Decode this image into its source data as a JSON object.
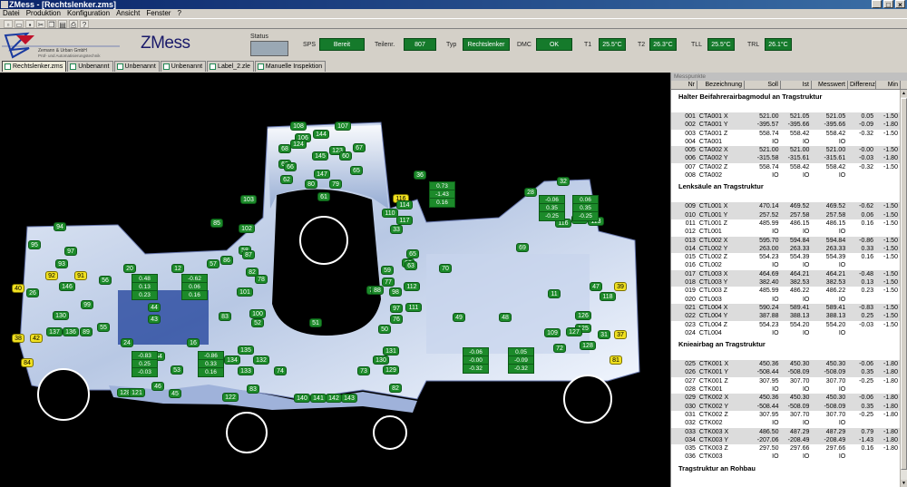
{
  "window": {
    "title": "ZMess - [Rechtslenker.zms]"
  },
  "menu": [
    "Datei",
    "Produktion",
    "Konfiguration",
    "Ansicht",
    "Fenster",
    "?"
  ],
  "brand": {
    "name": "ZMess",
    "company": "Zemann & Urban GmbH",
    "tagline": "Prüf- und Automatisierungstechnik"
  },
  "status": {
    "label": "Status"
  },
  "indicators": [
    {
      "label": "SPS",
      "value": "Bereit"
    },
    {
      "label": "Teilenr.",
      "value": "807"
    },
    {
      "label": "Typ",
      "value": "Rechtslenker"
    },
    {
      "label": "DMC",
      "value": "OK"
    },
    {
      "label": "T1",
      "value": "25.5°C"
    },
    {
      "label": "T2",
      "value": "26.3°C"
    },
    {
      "label": "TLL",
      "value": "25.5°C"
    },
    {
      "label": "TRL",
      "value": "26.1°C"
    }
  ],
  "tabs": [
    "Rechtslenker.zms",
    "Unbenannt",
    "Unbenannt",
    "Unbenannt",
    "Label_2.zle",
    "Manuelle Inspektion"
  ],
  "sidebar": {
    "title": "Messpunkte",
    "columns": [
      "Nr",
      "Bezeichnung",
      "Soll",
      "Ist",
      "Messwert",
      "Differenz",
      "Min"
    ],
    "sections": [
      {
        "title": "Halter Beifahrerairbagmodul an Tragstruktur",
        "rows": [
          [
            "001",
            "CTA001 X",
            "521.00",
            "521.05",
            "521.05",
            "0.05",
            "-1.50"
          ],
          [
            "002",
            "CTA001 Y",
            "-395.57",
            "-395.66",
            "-395.66",
            "-0.09",
            "-1.80"
          ],
          [
            "003",
            "CTA001 Z",
            "558.74",
            "558.42",
            "558.42",
            "-0.32",
            "-1.50"
          ],
          [
            "004",
            "CTA001",
            "IO",
            "IO",
            "IO",
            "",
            ""
          ],
          [
            "005",
            "CTA002 X",
            "521.00",
            "521.00",
            "521.00",
            "-0.00",
            "-1.50"
          ],
          [
            "006",
            "CTA002 Y",
            "-315.58",
            "-315.61",
            "-315.61",
            "-0.03",
            "-1.80"
          ],
          [
            "007",
            "CTA002 Z",
            "558.74",
            "558.42",
            "558.42",
            "-0.32",
            "-1.50"
          ],
          [
            "008",
            "CTA002",
            "IO",
            "IO",
            "IO",
            "",
            ""
          ]
        ]
      },
      {
        "title": "Lenksäule an Tragstruktur",
        "rows": [
          [
            "009",
            "CTL001 X",
            "470.14",
            "469.52",
            "469.52",
            "-0.62",
            "-1.50"
          ],
          [
            "010",
            "CTL001 Y",
            "257.52",
            "257.58",
            "257.58",
            "0.06",
            "-1.50"
          ],
          [
            "011",
            "CTL001 Z",
            "485.99",
            "486.15",
            "486.15",
            "0.16",
            "-1.50"
          ],
          [
            "012",
            "CTL001",
            "IO",
            "IO",
            "IO",
            "",
            ""
          ],
          [
            "013",
            "CTL002 X",
            "595.70",
            "594.84",
            "594.84",
            "-0.86",
            "-1.50"
          ],
          [
            "014",
            "CTL002 Y",
            "263.00",
            "263.33",
            "263.33",
            "0.33",
            "-1.50"
          ],
          [
            "015",
            "CTL002 Z",
            "554.23",
            "554.39",
            "554.39",
            "0.16",
            "-1.50"
          ],
          [
            "016",
            "CTL002",
            "IO",
            "IO",
            "IO",
            "",
            ""
          ],
          [
            "017",
            "CTL003 X",
            "464.69",
            "464.21",
            "464.21",
            "-0.48",
            "-1.50"
          ],
          [
            "018",
            "CTL003 Y",
            "382.40",
            "382.53",
            "382.53",
            "0.13",
            "-1.50"
          ],
          [
            "019",
            "CTL003 Z",
            "485.99",
            "486.22",
            "486.22",
            "0.23",
            "-1.50"
          ],
          [
            "020",
            "CTL003",
            "IO",
            "IO",
            "IO",
            "",
            ""
          ],
          [
            "021",
            "CTL004 X",
            "590.24",
            "589.41",
            "589.41",
            "-0.83",
            "-1.50"
          ],
          [
            "022",
            "CTL004 Y",
            "387.88",
            "388.13",
            "388.13",
            "0.25",
            "-1.50"
          ],
          [
            "023",
            "CTL004 Z",
            "554.23",
            "554.20",
            "554.20",
            "-0.03",
            "-1.50"
          ],
          [
            "024",
            "CTL004",
            "IO",
            "IO",
            "IO",
            "",
            ""
          ]
        ]
      },
      {
        "title": "Knieairbag an Tragstruktur",
        "rows": [
          [
            "025",
            "CTK001 X",
            "450.36",
            "450.30",
            "450.30",
            "-0.06",
            "-1.80"
          ],
          [
            "026",
            "CTK001 Y",
            "-508.44",
            "-508.09",
            "-508.09",
            "0.35",
            "-1.80"
          ],
          [
            "027",
            "CTK001 Z",
            "307.95",
            "307.70",
            "307.70",
            "-0.25",
            "-1.80"
          ],
          [
            "028",
            "CTK001",
            "IO",
            "IO",
            "IO",
            "",
            ""
          ],
          [
            "029",
            "CTK002 X",
            "450.36",
            "450.30",
            "450.30",
            "-0.06",
            "-1.80"
          ],
          [
            "030",
            "CTK002 Y",
            "-508.44",
            "-508.09",
            "-508.09",
            "0.35",
            "-1.80"
          ],
          [
            "031",
            "CTK002 Z",
            "307.95",
            "307.70",
            "307.70",
            "-0.25",
            "-1.80"
          ],
          [
            "032",
            "CTK002",
            "IO",
            "IO",
            "IO",
            "",
            ""
          ],
          [
            "033",
            "CTK003 X",
            "486.50",
            "487.29",
            "487.29",
            "0.79",
            "-1.80"
          ],
          [
            "034",
            "CTK003 Y",
            "-207.06",
            "-208.49",
            "-208.49",
            "-1.43",
            "-1.80"
          ],
          [
            "035",
            "CTK003 Z",
            "297.50",
            "297.66",
            "297.66",
            "0.16",
            "-1.80"
          ],
          [
            "036",
            "CTK003",
            "IO",
            "IO",
            "IO",
            "",
            ""
          ]
        ]
      },
      {
        "title": "Tragstruktur an Rohbau",
        "rows": []
      }
    ]
  },
  "markers": [
    [
      "108",
      329,
      139
    ],
    [
      "107",
      378,
      139
    ],
    [
      "106",
      334,
      152
    ],
    [
      "144",
      354,
      148
    ],
    [
      "124",
      329,
      159
    ],
    [
      "123",
      372,
      166
    ],
    [
      "145",
      353,
      172
    ],
    [
      "60",
      381,
      172
    ],
    [
      "67",
      396,
      163
    ],
    [
      "68",
      314,
      164
    ],
    [
      "69",
      314,
      181
    ],
    [
      "66",
      320,
      184
    ],
    [
      "65",
      393,
      188
    ],
    [
      "147",
      355,
      192
    ],
    [
      "79",
      370,
      203
    ],
    [
      "80",
      343,
      203
    ],
    [
      "62",
      316,
      198
    ],
    [
      "61",
      357,
      217
    ],
    [
      "36",
      463,
      193
    ],
    [
      "116",
      442,
      219
    ],
    [
      "114",
      446,
      226
    ],
    [
      "110",
      430,
      235
    ],
    [
      "117",
      446,
      243
    ],
    [
      "33",
      437,
      253
    ],
    [
      "32",
      621,
      200
    ],
    [
      "28",
      585,
      212
    ],
    [
      "116",
      621,
      246
    ],
    [
      "114",
      639,
      242
    ],
    [
      "113",
      657,
      244
    ],
    [
      "94",
      66,
      250
    ],
    [
      "95",
      38,
      270
    ],
    [
      "97",
      78,
      277
    ],
    [
      "93",
      68,
      291
    ],
    [
      "92",
      57,
      304
    ],
    [
      "91",
      89,
      304
    ],
    [
      "146",
      74,
      316
    ],
    [
      "56",
      116,
      309
    ],
    [
      "20",
      143,
      296
    ],
    [
      "12",
      196,
      296
    ],
    [
      "40",
      20,
      318
    ],
    [
      "26",
      36,
      323
    ],
    [
      "130",
      67,
      348
    ],
    [
      "137",
      60,
      366
    ],
    [
      "136",
      78,
      366
    ],
    [
      "99",
      96,
      336
    ],
    [
      "89",
      95,
      366
    ],
    [
      "55",
      114,
      361
    ],
    [
      "44",
      170,
      339
    ],
    [
      "43",
      170,
      352
    ],
    [
      "38",
      20,
      373
    ],
    [
      "42",
      40,
      373
    ],
    [
      "85",
      239,
      246
    ],
    [
      "103",
      274,
      220
    ],
    [
      "102",
      272,
      252
    ],
    [
      "58",
      270,
      276
    ],
    [
      "57",
      235,
      291
    ],
    [
      "86",
      250,
      287
    ],
    [
      "87",
      274,
      281
    ],
    [
      "82",
      278,
      300
    ],
    [
      "78",
      288,
      308
    ],
    [
      "101",
      270,
      322
    ],
    [
      "100",
      284,
      346
    ],
    [
      "83",
      248,
      349
    ],
    [
      "52",
      284,
      356
    ],
    [
      "70",
      411,
      320
    ],
    [
      "77",
      428,
      311
    ],
    [
      "88",
      416,
      320
    ],
    [
      "98",
      436,
      322
    ],
    [
      "97",
      437,
      340
    ],
    [
      "76",
      437,
      352
    ],
    [
      "112",
      454,
      316
    ],
    [
      "111",
      456,
      339
    ],
    [
      "59",
      427,
      298
    ],
    [
      "62",
      450,
      290
    ],
    [
      "65",
      455,
      280
    ],
    [
      "63",
      453,
      293
    ],
    [
      "51",
      348,
      356
    ],
    [
      "50",
      424,
      363
    ],
    [
      "70",
      491,
      296
    ],
    [
      "69",
      576,
      273
    ],
    [
      "11",
      611,
      324
    ],
    [
      "47",
      657,
      316
    ],
    [
      "118",
      670,
      327
    ],
    [
      "39",
      684,
      316
    ],
    [
      "126",
      643,
      348
    ],
    [
      "125",
      643,
      362
    ],
    [
      "127",
      633,
      366
    ],
    [
      "128",
      648,
      381
    ],
    [
      "31",
      666,
      369
    ],
    [
      "37",
      684,
      369
    ],
    [
      "72",
      617,
      384
    ],
    [
      "109",
      609,
      367
    ],
    [
      "81",
      679,
      397
    ],
    [
      "49",
      506,
      350
    ],
    [
      "48",
      557,
      350
    ],
    [
      "24",
      140,
      378
    ],
    [
      "16",
      213,
      378
    ],
    [
      "54",
      175,
      393
    ],
    [
      "53",
      195,
      408
    ],
    [
      "135",
      271,
      386
    ],
    [
      "134",
      256,
      397
    ],
    [
      "132",
      288,
      397
    ],
    [
      "133",
      271,
      409
    ],
    [
      "131",
      431,
      387
    ],
    [
      "130",
      420,
      397
    ],
    [
      "129",
      431,
      408
    ],
    [
      "74",
      309,
      409
    ],
    [
      "73",
      401,
      409
    ],
    [
      "128",
      138,
      433
    ],
    [
      "121",
      151,
      433
    ],
    [
      "46",
      174,
      426
    ],
    [
      "45",
      193,
      434
    ],
    [
      "122",
      254,
      438
    ],
    [
      "83",
      279,
      429
    ],
    [
      "140",
      333,
      439
    ],
    [
      "141",
      351,
      439
    ],
    [
      "142",
      368,
      439
    ],
    [
      "143",
      385,
      439
    ],
    [
      "82",
      436,
      428
    ],
    [
      "84",
      30,
      400
    ]
  ],
  "yellow_markers": [
    [
      "116",
      442,
      219
    ],
    [
      "92",
      57,
      304
    ],
    [
      "91",
      89,
      304
    ],
    [
      "40",
      20,
      318
    ],
    [
      "38",
      20,
      373
    ],
    [
      "42",
      40,
      373
    ],
    [
      "39",
      684,
      316
    ],
    [
      "37",
      684,
      369
    ],
    [
      "81",
      679,
      397
    ],
    [
      "84",
      30,
      400
    ]
  ],
  "value_boxes": [
    [
      473,
      200,
      [
        "0.73",
        "-1.43",
        "0.16"
      ]
    ],
    [
      594,
      215,
      [
        "-0.06",
        "0.35",
        "-0.25"
      ]
    ],
    [
      631,
      215,
      [
        "0.06",
        "0.35",
        "-0.25"
      ]
    ],
    [
      145,
      302,
      [
        "0.48",
        "0.13",
        "0.23"
      ]
    ],
    [
      200,
      302,
      [
        "-0.62",
        "0.06",
        "0.16"
      ]
    ],
    [
      145,
      387,
      [
        "-0.83",
        "0.25",
        "-0.03"
      ]
    ],
    [
      218,
      387,
      [
        "-0.86",
        "0.33",
        "0.16"
      ]
    ],
    [
      510,
      383,
      [
        "-0.06",
        "-0.00",
        "-0.32"
      ]
    ],
    [
      560,
      383,
      [
        "0.05",
        "-0.09",
        "-0.32"
      ]
    ]
  ]
}
